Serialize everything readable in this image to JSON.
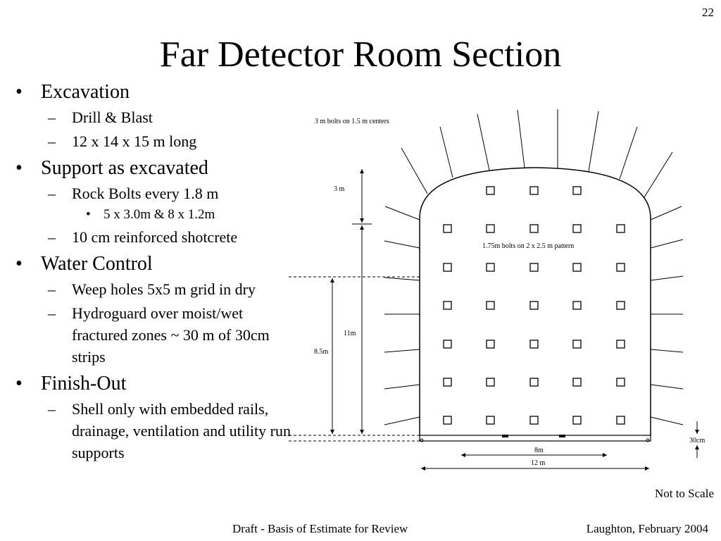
{
  "slide_number": "22",
  "title": "Far Detector Room Section",
  "bullets": [
    {
      "level": 1,
      "text": "Excavation"
    },
    {
      "level": 2,
      "text": "Drill & Blast"
    },
    {
      "level": 2,
      "text": "12 x 14 x 15 m long"
    },
    {
      "level": 1,
      "text": "Support as excavated"
    },
    {
      "level": 2,
      "text": "Rock Bolts every 1.8 m"
    },
    {
      "level": 3,
      "text": "5 x 3.0m & 8 x 1.2m"
    },
    {
      "level": 2,
      "text": "10 cm reinforced shotcrete"
    },
    {
      "level": 1,
      "text": "Water Control"
    },
    {
      "level": 2,
      "text": "Weep holes 5x5 m grid in dry"
    },
    {
      "level": 2,
      "text": "Hydroguard over moist/wet fractured zones ~ 30 m of 30cm strips"
    },
    {
      "level": 1,
      "text": "Finish-Out"
    },
    {
      "level": 2,
      "text": "Shell only with embedded rails, drainage, ventilation and utility run supports"
    }
  ],
  "diagram": {
    "label_bolts_top": "3 m bolts on 1.5 m centers",
    "label_bolts_pattern": "1.75m bolts on 2  x 2.5 m pattern",
    "dim_arch": "3 m",
    "dim_wall_11": "11m",
    "dim_wall_85": "8.5m",
    "dim_floor": "30cm",
    "dim_8m": "8m",
    "dim_12m": "12 m"
  },
  "not_to_scale": "Not to Scale",
  "footer": {
    "left": "Draft - Basis of Estimate for Review",
    "right": "Laughton, February 2004"
  }
}
